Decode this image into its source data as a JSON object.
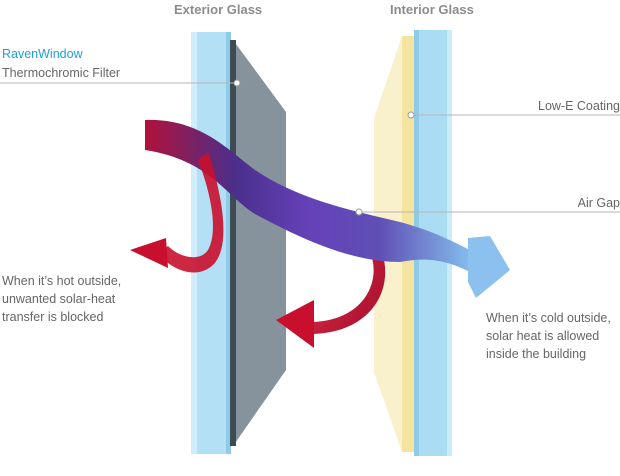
{
  "headers": {
    "exterior": "Exterior Glass",
    "interior": "Interior Glass"
  },
  "callouts": {
    "brand": "RavenWindow",
    "filter": "Thermochromic Filter",
    "lowe": "Low-E Coating",
    "airgap": "Air Gap"
  },
  "captions": {
    "hot": [
      "When it’s hot outside,",
      "unwanted solar-heat",
      "transfer is blocked"
    ],
    "cold": [
      "When it’s cold outside,",
      "solar heat is allowed",
      "inside the building"
    ]
  },
  "colors": {
    "glass_blue": "#a9dcf3",
    "glass_edge": "#8ccbe8",
    "filter_gray": "#7b8993",
    "filter_dark": "#56646d",
    "lowe_yellow": "#f6e7a9",
    "hot_red": "#c8102e",
    "heat_purple": "#5b3fb0",
    "cool_blue": "#7fb6e8",
    "brand": "#1ea0d8",
    "text": "#666666"
  }
}
